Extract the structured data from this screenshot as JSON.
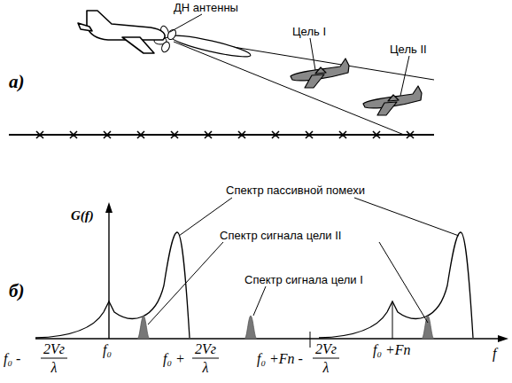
{
  "diagram": {
    "labels": [
      "а)",
      "ДН антенны",
      "Цель I",
      "Цель II",
      "б)",
      "G(f)",
      "Спектр пассивной помехи",
      "Спектр сигнала цели II",
      "Спектр сигнала цели I",
      "f₀ -",
      "2Vг",
      "λ",
      "f₀",
      "f₀ +",
      "2Vг",
      "λ",
      "f₀ +Fп -",
      "2Vг",
      "λ",
      "f₀ +Fп",
      "f"
    ]
  }
}
